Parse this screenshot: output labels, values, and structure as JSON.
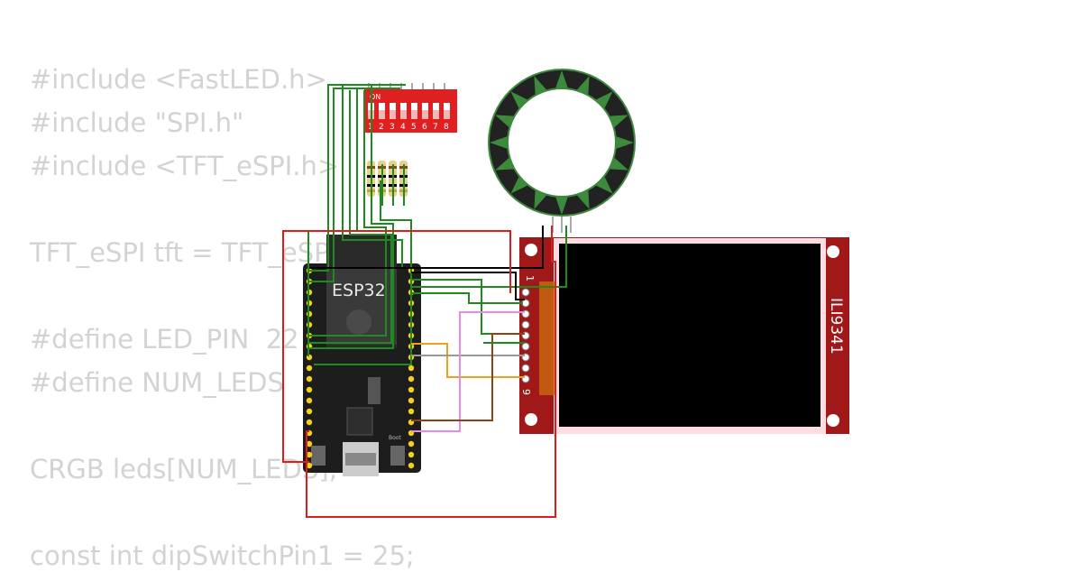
{
  "code": {
    "lines": [
      "#include <FastLED.h>",
      "#include \"SPI.h\"",
      "#include <TFT_eSPI.h>",
      "",
      "TFT_eSPI tft = TFT_eSPI();",
      "",
      "#define LED_PIN  22",
      "#define NUM_LEDS",
      "",
      "CRGB leds[NUM_LEDS];",
      "",
      "const int dipSwitchPin1 = 25;"
    ]
  },
  "components": {
    "esp32": {
      "label": "ESP32",
      "boot_label": "Boot"
    },
    "dip_switch": {
      "on_label": "ON",
      "numbers": [
        "1",
        "2",
        "3",
        "4",
        "5",
        "6",
        "7",
        "8"
      ]
    },
    "display": {
      "label": "ILI9341",
      "pin_first": "1",
      "pin_last": "9"
    },
    "led_ring": {
      "segments": 16
    },
    "resistors": {
      "count": 4
    }
  },
  "colors": {
    "board": "#1d1d1d",
    "pcb_red": "#a11818",
    "screen": "#000000",
    "ring_dark": "#222222",
    "ring_green": "#3d8a3d",
    "wire_green": "#1f8a1f",
    "wire_red": "#e01b1b",
    "wire_black": "#000000",
    "wire_orange": "#f0a020",
    "wire_pink": "#e88ae8",
    "wire_brown": "#8b4513",
    "wire_gray": "#999999"
  }
}
